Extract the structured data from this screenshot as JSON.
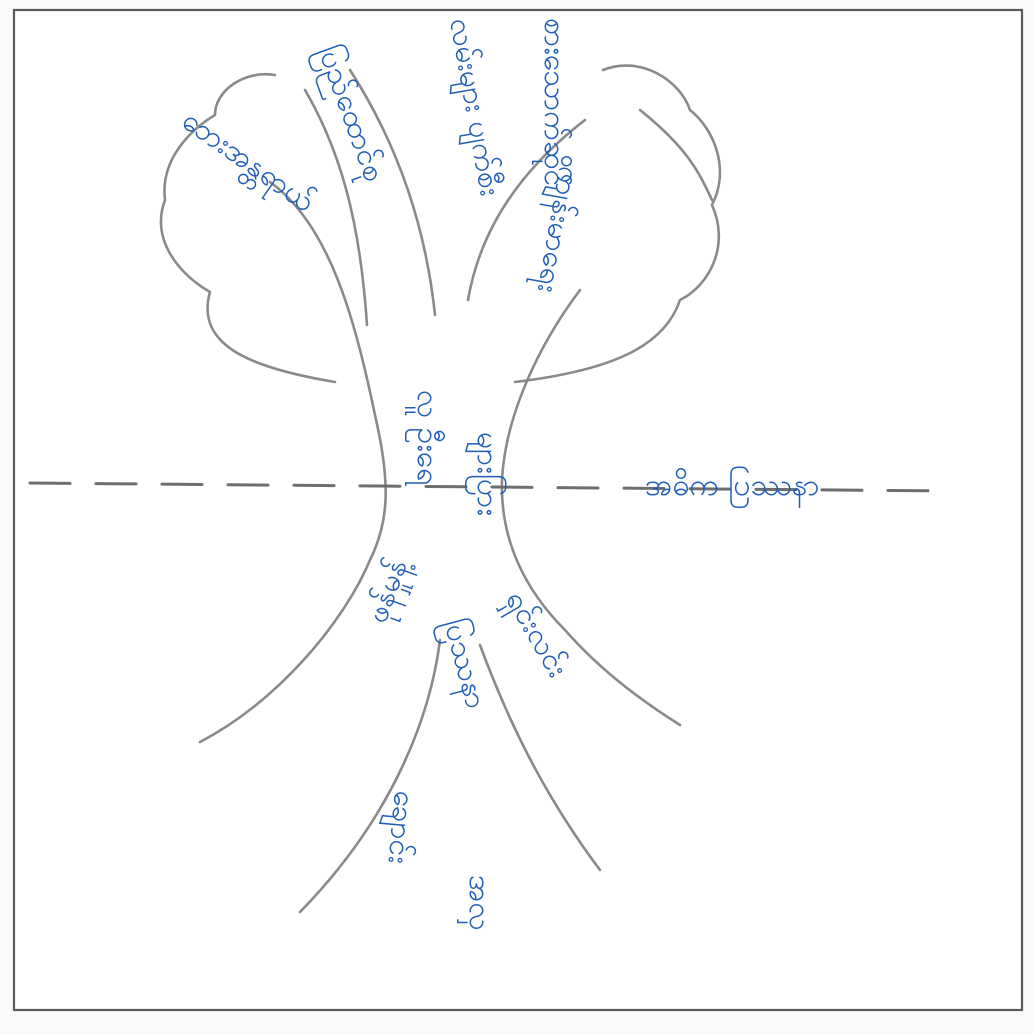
{
  "labels": {
    "problem": "အဓိက ပြဿနာ",
    "trunk_a": "လူ ဦးရေ",
    "trunk_b": "များပြား",
    "root_1": "ဖုန်မှုန့်",
    "root_2": "ပြဿနာ",
    "root_3": "ချောင်း",
    "root_4": "အလှ",
    "root_5": "ရှင်းလင်း",
    "branch_1": "စားသောက်ဆိုင်",
    "branch_2": "ပြည်ထောင်စု",
    "branch_3": "လမ်းများ ပျက်စီး",
    "branch_4": "ကျန်းမာရေး",
    "branch_5": "ဘေးအန္တရာယ်"
  },
  "colors": {
    "ink": "#1f5fb8",
    "pencil": "#8a8a8a",
    "paper": "#ffffff"
  }
}
